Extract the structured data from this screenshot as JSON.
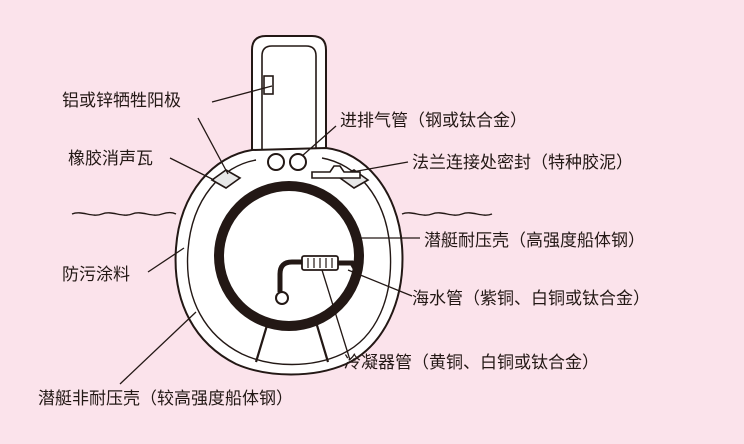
{
  "colors": {
    "background": "#fbe3eb",
    "line": "#231815",
    "hull_fill": "#ffffff",
    "pressure_hull": "#231815"
  },
  "labels": {
    "anode": "铝或锌牺牲阳极",
    "muffler_tile": "橡胶消声瓦",
    "antifouling": "防污涂料",
    "outer_hull": "潜艇非耐压壳（较高强度船体钢）",
    "vent_pipe": "进排气管（钢或钛合金）",
    "flange_seal": "法兰连接处密封（特种胶泥）",
    "pressure_hull": "潜艇耐压壳（高强度船体钢）",
    "seawater_pipe": "海水管（紫铜、白铜或钛合金）",
    "condenser_pipe": "冷凝器管（黄铜、白铜或钛合金）"
  }
}
